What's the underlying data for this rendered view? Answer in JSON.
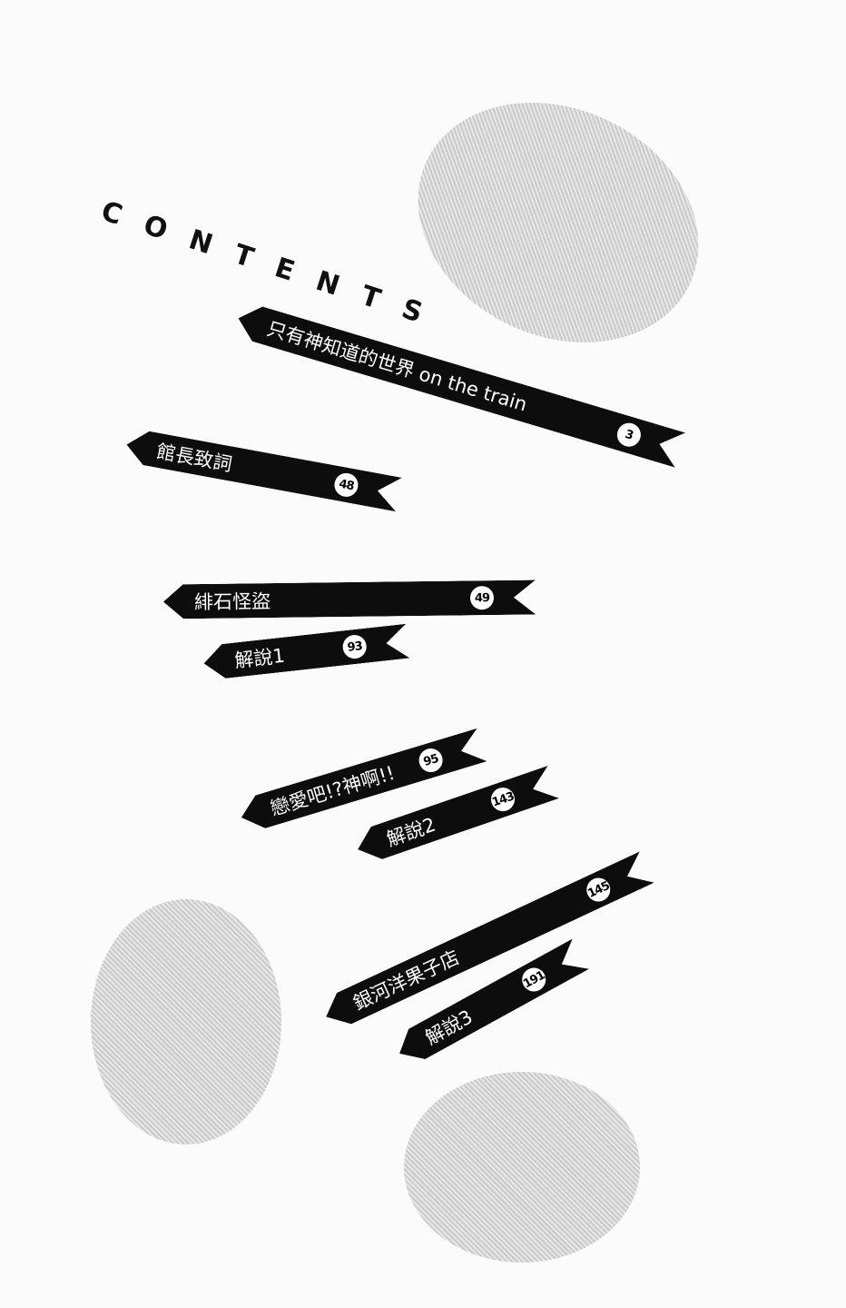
{
  "heading": "CONTENTS",
  "entries": [
    {
      "title": "只有神知道的世界 on the train",
      "page": "3"
    },
    {
      "title": "館長致詞",
      "page": "48"
    },
    {
      "title": "緋石怪盜",
      "page": "49"
    },
    {
      "title": "解說1",
      "page": "93"
    },
    {
      "title": "戀愛吧!?神啊!!",
      "page": "95"
    },
    {
      "title": "解說2",
      "page": "143"
    },
    {
      "title": "銀河洋果子店",
      "page": "145"
    },
    {
      "title": "解說3",
      "page": "191"
    }
  ]
}
